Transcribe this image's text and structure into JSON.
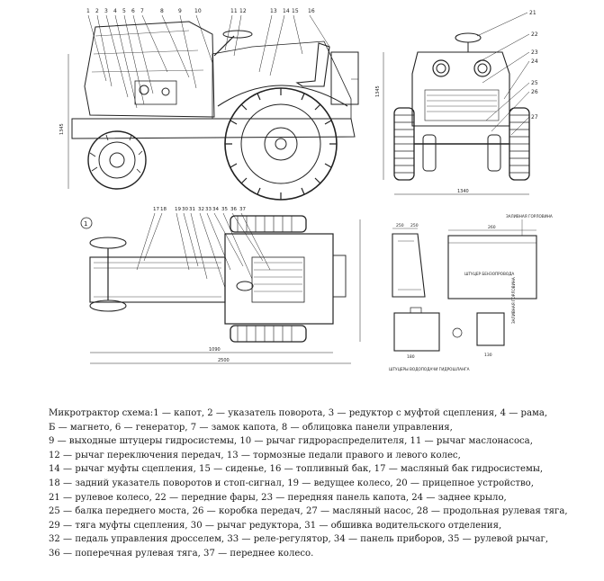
{
  "legend": [
    "Микротрактор схема:1 — капот, 2 — указатель поворота, 3 — редуктор с муфтой сцепления, 4 — рама,",
    "Б — магнето, 6 — генератор, 7 — замок капота, 8 — облицовка панели управления,",
    "9 — выходные штуцеры гидросистемы, 10 — рычаг гидрораспределителя, 11 — рычаг маслонасоса,",
    "12 — рычаг переключения передач, 13 — тормозные педали правого и левого колес,",
    "14 — рычаг муфты сцепления, 15 — сиденье, 16 — топливный бак, 17 — масляный бак гидросистемы,",
    " 18 — задний указатель поворотов и стоп-сигнал, 19 — ведущее колесо, 20 — прицепное устройство,",
    " 21 — рулевое колесо, 22 — передние фары, 23 — передняя панель капота, 24 — заднее крыло,",
    "25 — балка переднего моста, 26 — коробка передач, 27 — масляный насос, 28 — продольная рулевая тяга,",
    "29 — тяга муфты сцепления, 30 — рычаг редуктора, 31 — обшивка водительского отделения,",
    "32 — педаль управления дросселем, 33 — реле-регулятор, 34 — панель приборов, 35 — рулевой рычаг,",
    "36 — поперечная рулевая тяга, 37 — переднее колесо."
  ],
  "figure": {
    "side_callouts": [
      "1",
      "2",
      "3",
      "4",
      "5",
      "6",
      "7",
      "8",
      "9",
      "10",
      "11",
      "12",
      "13",
      "14",
      "15",
      "16"
    ],
    "front_callouts": [
      "21",
      "22",
      "23",
      "24",
      "25",
      "26",
      "27"
    ],
    "top_callouts": [
      "17",
      "18",
      "19",
      "30",
      "31",
      "32",
      "33",
      "34",
      "35",
      "36",
      "37"
    ],
    "view_mark": "1",
    "dim_height": "1345",
    "dim_front_width": "1340",
    "dim_total_length": "2500",
    "dim_track": "1090",
    "tank_dims": [
      "250",
      "250",
      "260",
      "180",
      "130"
    ],
    "tank_labels": {
      "filler_cap": "ЗАЛИВНАЯ ГОРЛОВИНА",
      "fuel_fitting": "ШТУЦЕР БЕНЗОПРОВОДА",
      "hydro_fittings": "ШТУЦЕРЫ ВОДОПОДАЧИ ГИДРОШЛАНГА",
      "filler_cap_2": "ЗАЛИВНАЯ ГОРЛОВИНА"
    }
  }
}
